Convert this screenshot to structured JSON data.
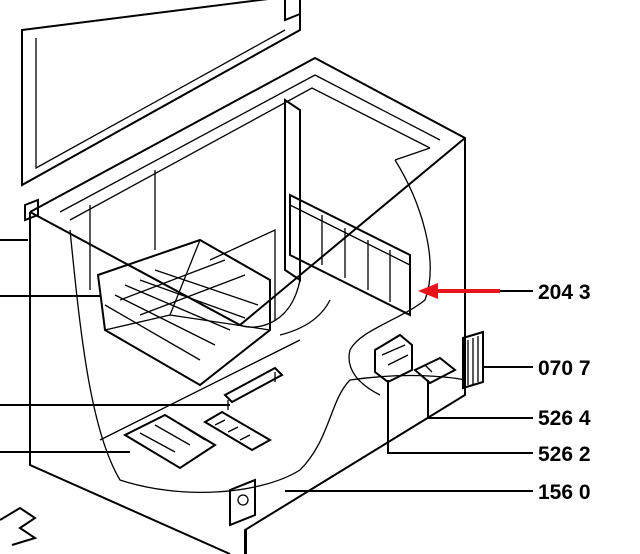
{
  "diagram": {
    "title": "Chest freezer exploded parts view",
    "highlight_color": "#e8131b",
    "line_color": "#000000",
    "parts": [
      {
        "id": "lid"
      },
      {
        "id": "cabinet"
      },
      {
        "id": "basket"
      },
      {
        "id": "divider-panel"
      },
      {
        "id": "evaporator-plate"
      }
    ],
    "callouts": [
      {
        "label": "204 3",
        "highlighted": true
      },
      {
        "label": "070 7",
        "highlighted": false
      },
      {
        "label": "526 4",
        "highlighted": false
      },
      {
        "label": "526 2",
        "highlighted": false
      },
      {
        "label": "156 0",
        "highlighted": false
      }
    ]
  }
}
